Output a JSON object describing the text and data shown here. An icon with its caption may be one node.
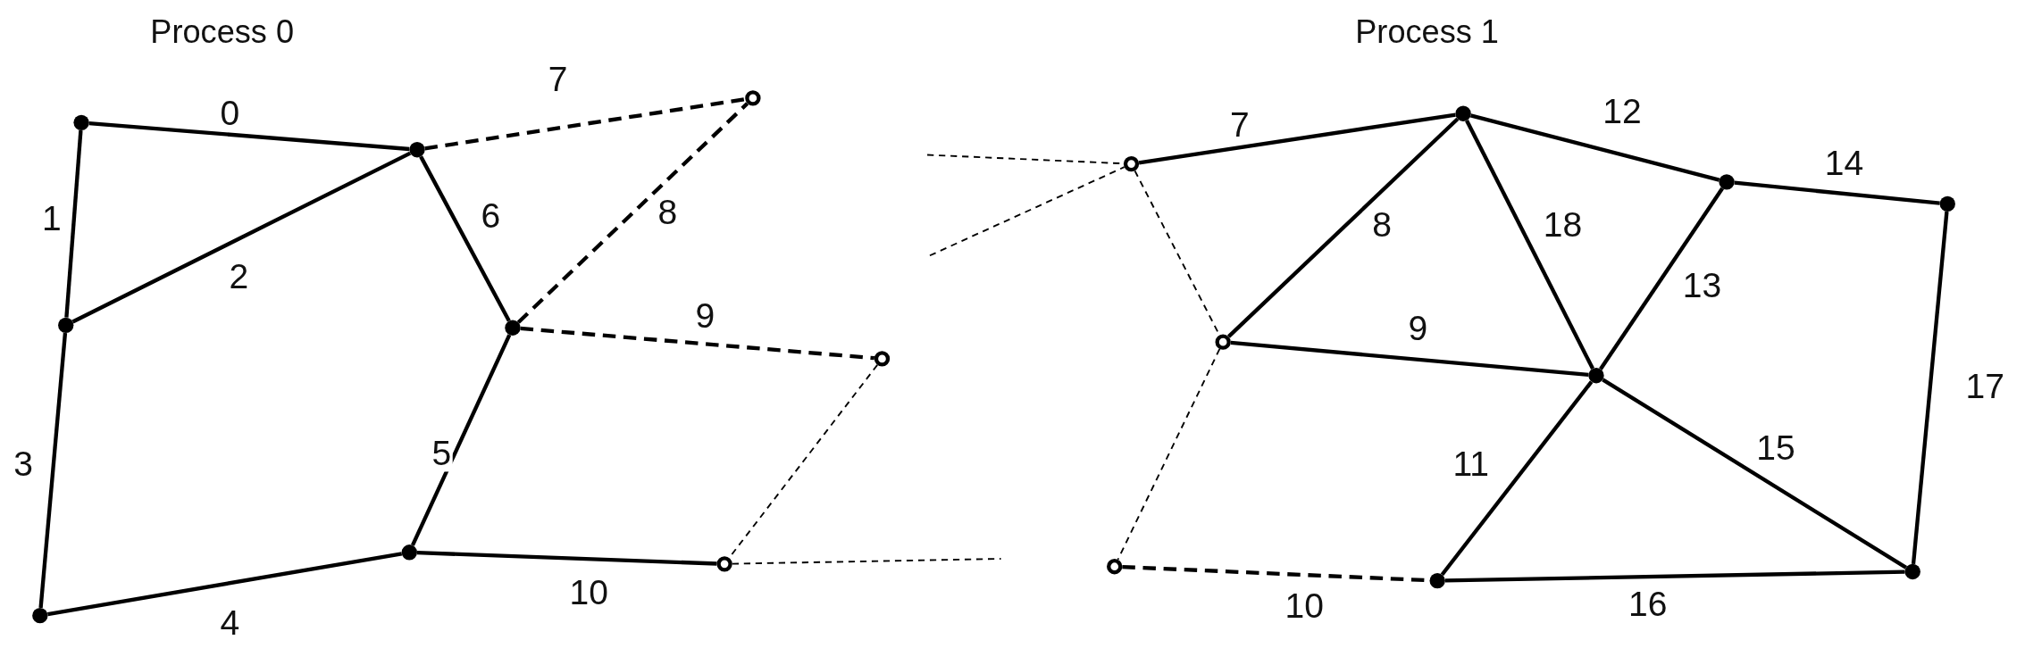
{
  "diagram": {
    "nodes": [
      {
        "text": [],
        "shape": "circle"
      },
      {
        "text": [],
        "shape": "circle"
      },
      {
        "text": [],
        "shape": "circle"
      },
      {
        "text": [],
        "shape": "circle"
      },
      {
        "text": [],
        "shape": "circle"
      },
      {
        "text": [],
        "shape": "circle"
      },
      {
        "text": [],
        "shape": "circle"
      },
      {
        "text": [],
        "shape": "circle"
      },
      {
        "text": [],
        "shape": "circle"
      },
      {
        "text": [],
        "shape": "circle"
      },
      {
        "text": [],
        "shape": "circle"
      },
      {
        "text": [],
        "shape": "circle"
      },
      {
        "text": [],
        "shape": "circle"
      },
      {
        "text": [],
        "shape": "circle"
      },
      {
        "text": [],
        "shape": "circle"
      },
      {
        "text": [],
        "shape": "circle"
      },
      {
        "text": [],
        "shape": "circle"
      },
      {
        "text": [],
        "shape": "circle"
      }
    ],
    "edges": [
      {
        "from": 0,
        "to": 1,
        "arrow": "none",
        "label": "0"
      },
      {
        "from": 0,
        "to": 2,
        "arrow": "none",
        "label": "1"
      },
      {
        "from": 2,
        "to": 1,
        "arrow": "none",
        "label": "2"
      },
      {
        "from": 2,
        "to": 4,
        "arrow": "none",
        "label": "3"
      },
      {
        "from": 4,
        "to": 5,
        "arrow": "none",
        "label": "4"
      },
      {
        "from": 5,
        "to": 3,
        "arrow": "none",
        "label": "5"
      },
      {
        "from": 1,
        "to": 3,
        "arrow": "none",
        "label": "6"
      },
      {
        "from": 1,
        "to": 6,
        "arrow": "none",
        "label": "7",
        "style": "dashed"
      },
      {
        "from": 3,
        "to": 6,
        "arrow": "none",
        "label": "8",
        "style": "dashed"
      },
      {
        "from": 3,
        "to": 7,
        "arrow": "none",
        "label": "9",
        "style": "dashed"
      },
      {
        "from": 5,
        "to": 8,
        "arrow": "none",
        "label": "10"
      },
      {
        "from": 7,
        "to": 8,
        "arrow": "none",
        "style": "dashed"
      },
      {
        "from": 8,
        "to": null,
        "arrow": "none",
        "style": "dashed"
      },
      {
        "from": null,
        "to": 9,
        "arrow": "none",
        "style": "dashed"
      },
      {
        "from": null,
        "to": 9,
        "arrow": "none",
        "style": "dashed"
      },
      {
        "from": 9,
        "to": 13,
        "arrow": "none",
        "style": "dashed"
      },
      {
        "from": 13,
        "to": 15,
        "arrow": "none",
        "style": "dashed"
      },
      {
        "from": 9,
        "to": 10,
        "arrow": "none",
        "label": "7"
      },
      {
        "from": 13,
        "to": 10,
        "arrow": "none",
        "label": "8"
      },
      {
        "from": 13,
        "to": 14,
        "arrow": "none",
        "label": "9"
      },
      {
        "from": 15,
        "to": 16,
        "arrow": "none",
        "label": "10",
        "style": "dashed"
      },
      {
        "from": 16,
        "to": 14,
        "arrow": "none",
        "label": "11"
      },
      {
        "from": 10,
        "to": 11,
        "arrow": "none",
        "label": "12"
      },
      {
        "from": 14,
        "to": 11,
        "arrow": "none",
        "label": "13"
      },
      {
        "from": 11,
        "to": 12,
        "arrow": "none",
        "label": "14"
      },
      {
        "from": 14,
        "to": 17,
        "arrow": "none",
        "label": "15"
      },
      {
        "from": 16,
        "to": 17,
        "arrow": "none",
        "label": "16"
      },
      {
        "from": 12,
        "to": 17,
        "arrow": "none",
        "label": "17"
      },
      {
        "from": 10,
        "to": 14,
        "arrow": "none",
        "label": "18"
      }
    ],
    "labels": [
      "Process 0",
      "Process 1"
    ]
  }
}
